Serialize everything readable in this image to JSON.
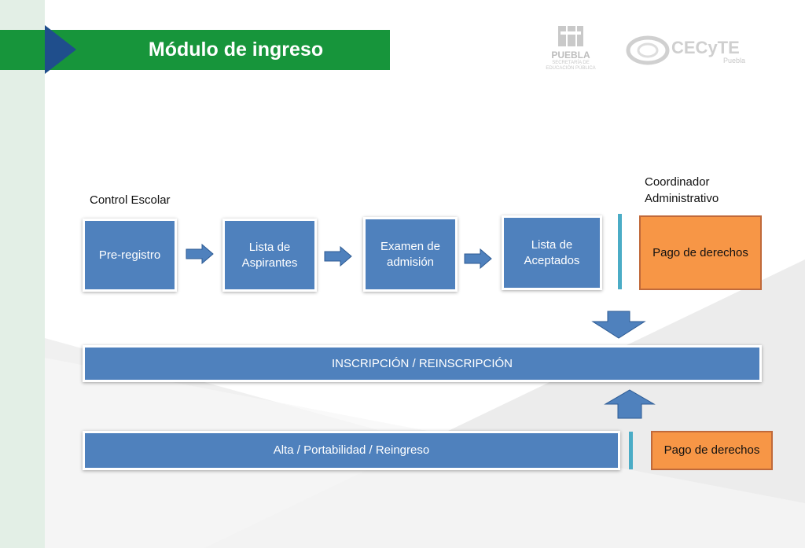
{
  "title": "Módulo de ingreso",
  "logos": {
    "puebla": {
      "name": "PUEBLA",
      "sub1": "SECRETARÍA DE",
      "sub2": "EDUCACIÓN PÚBLICA"
    },
    "cecyte": {
      "name": "CECyTE",
      "sub": "Puebla"
    }
  },
  "labels": {
    "control_escolar": "Control Escolar",
    "coordinador_line1": "Coordinador",
    "coordinador_line2": "Administrativo"
  },
  "flow": {
    "preregistro": "Pre-registro",
    "lista_aspirantes_1": "Lista de",
    "lista_aspirantes_2": "Aspirantes",
    "examen_1": "Examen de",
    "examen_2": "admisión",
    "lista_aceptados_1": "Lista de",
    "lista_aceptados_2": "Aceptados",
    "pago_1": "Pago de derechos"
  },
  "inscripcion": "INSCRIPCIÓN / REINSCRIPCIÓN",
  "alta": "Alta / Portabilidad / Reingreso",
  "pago_2": "Pago de derechos",
  "colors": {
    "green": "#17953b",
    "blue_box": "#4f81bd",
    "orange_box": "#f79646",
    "separator": "#4bacc6"
  }
}
